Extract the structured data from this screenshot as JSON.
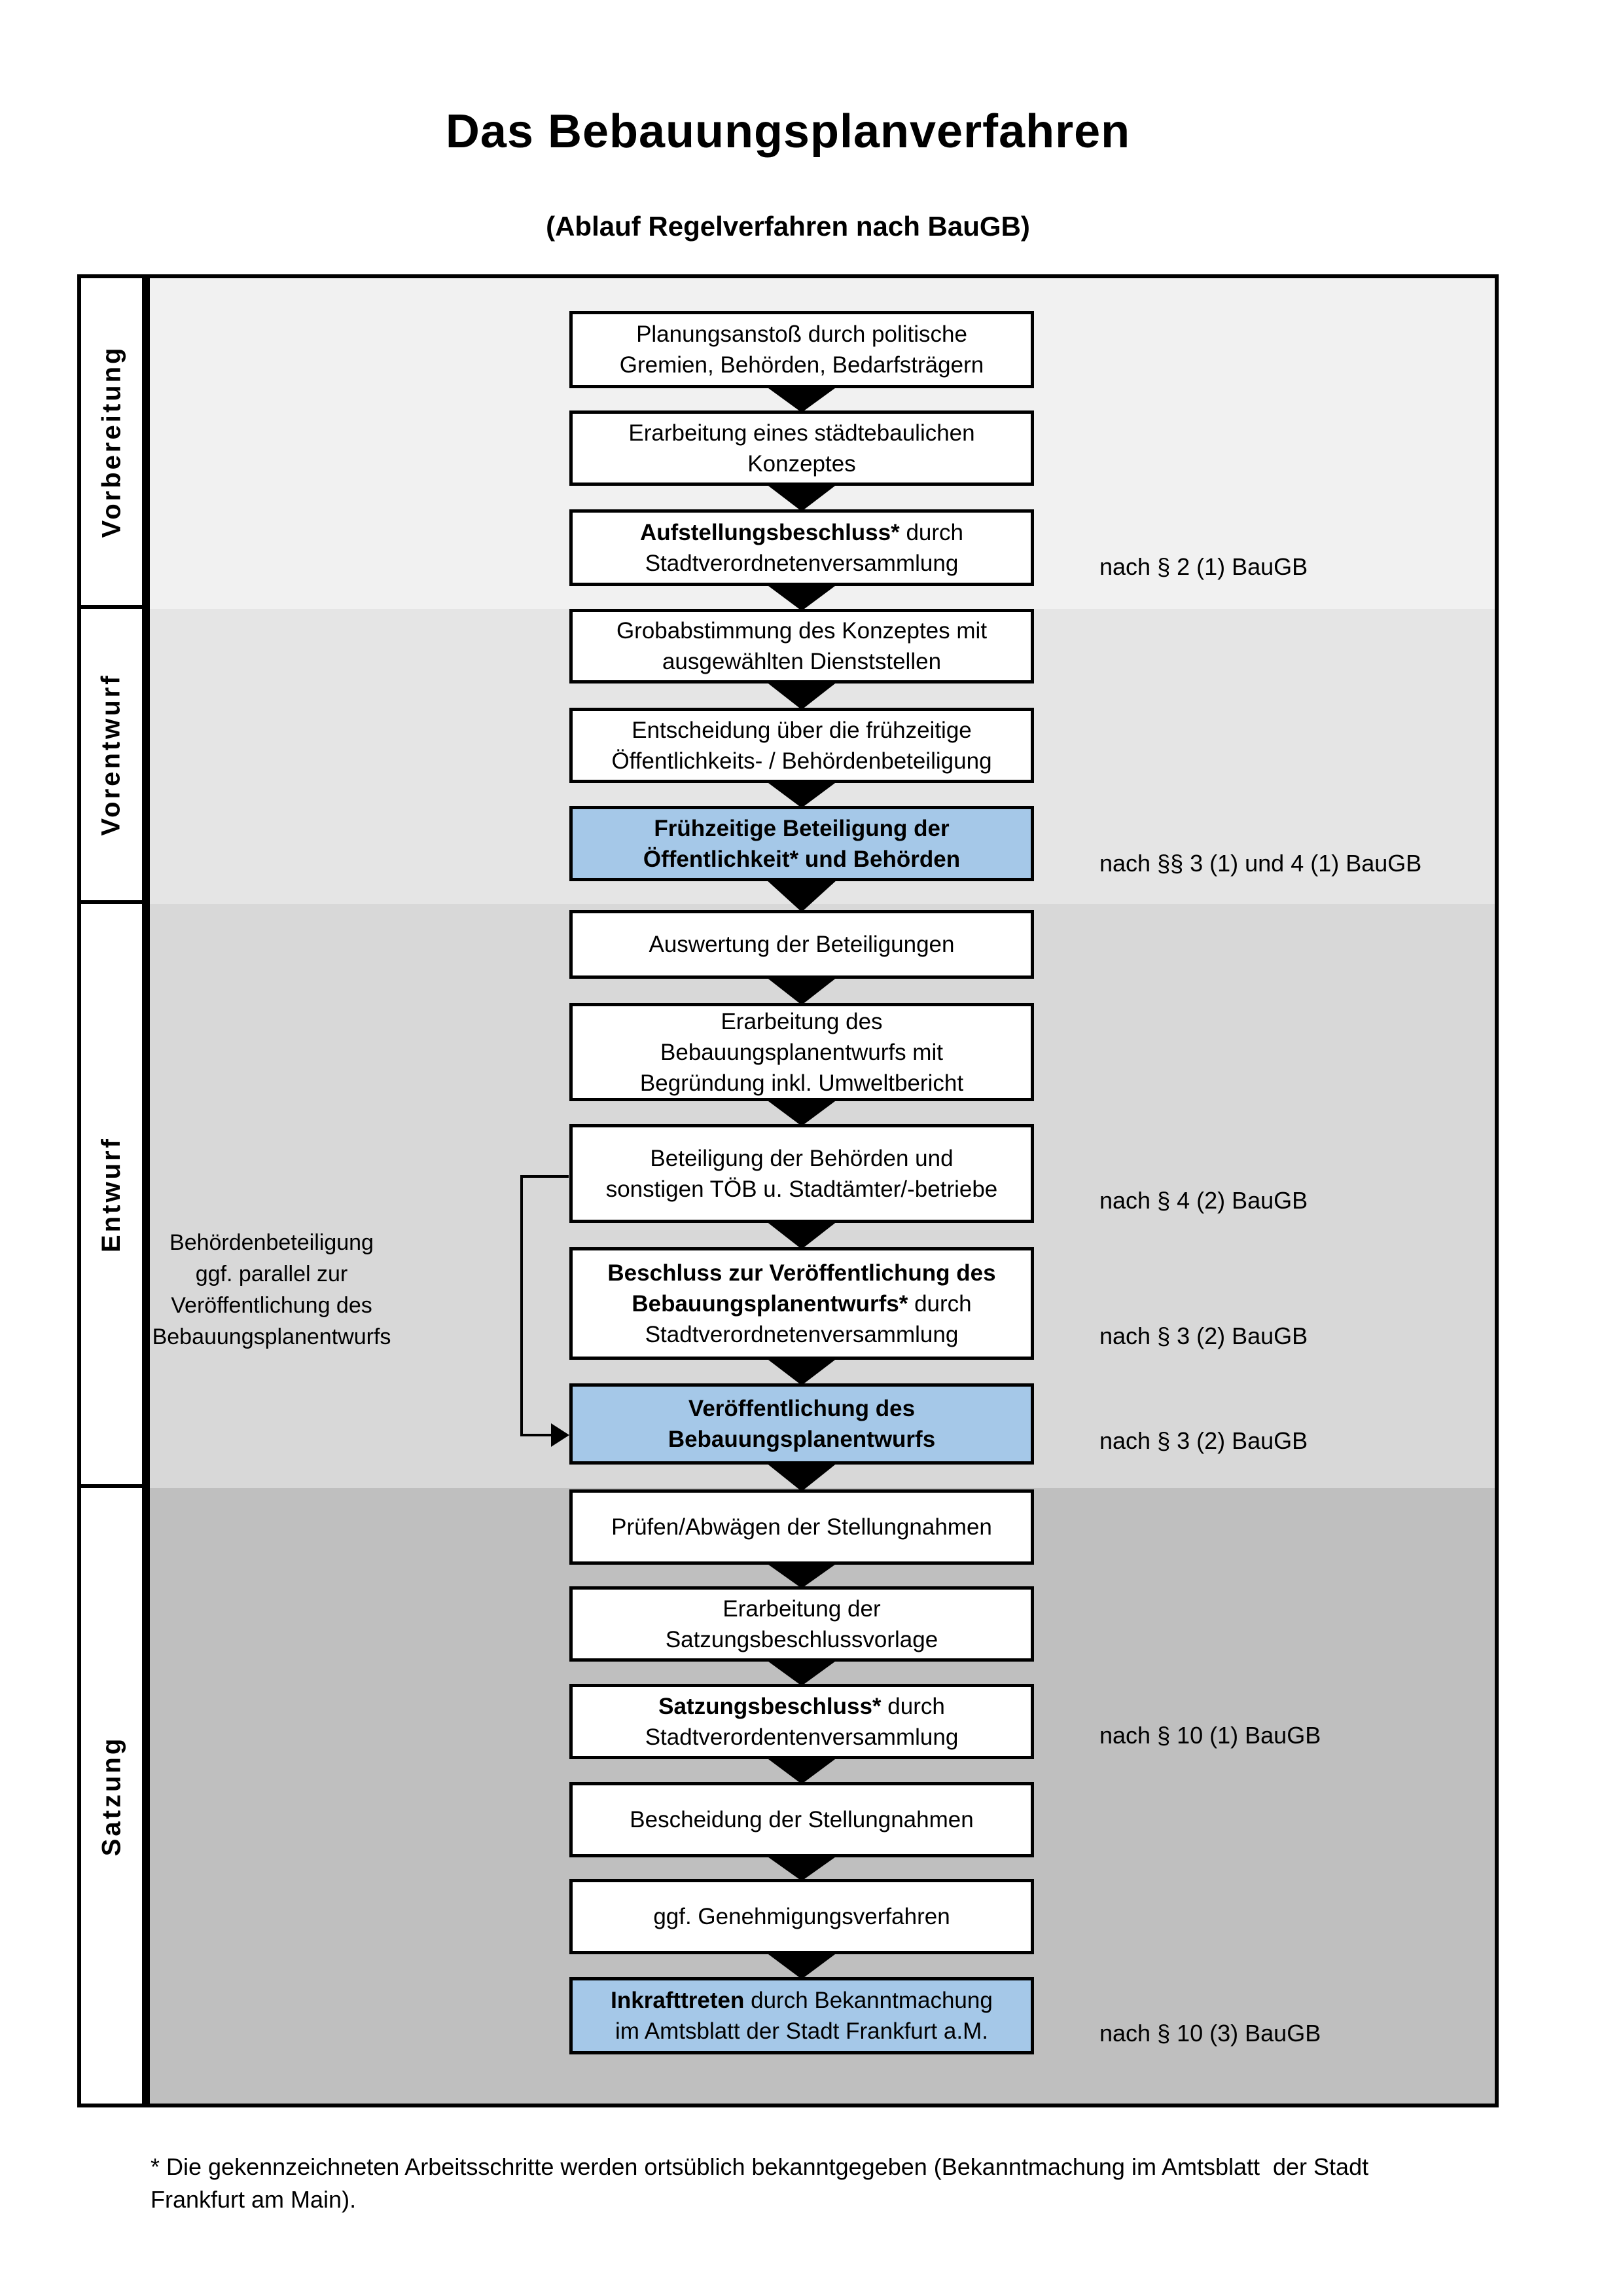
{
  "page": {
    "title": "Das Bebauungsplanverfahren",
    "subtitle": "(Ablauf Regelverfahren nach BauGB)",
    "footnote_line1": "* Die gekennzeichneten Arbeitsschritte werden ortsüblich bekanntgegeben (Bekanntmachung im Amtsblatt  der Stadt",
    "footnote_line2": "Frankfurt am Main)."
  },
  "phases": [
    {
      "label": "Vorbereitung"
    },
    {
      "label": "Vorentwurf"
    },
    {
      "label": "Entwurf"
    },
    {
      "label": "Satzung"
    }
  ],
  "side_note": {
    "lines": [
      "Behördenbeteiligung",
      "ggf. parallel zur",
      "Veröffentlichung des",
      "Bebauungsplanentwurfs"
    ]
  },
  "legal_refs": [
    "nach § 2 (1) BauGB",
    "nach §§ 3 (1) und 4 (1) BauGB",
    "nach § 4 (2) BauGB",
    "nach § 3 (2) BauGB",
    "nach § 3 (2) BauGB",
    "nach § 10 (1) BauGB",
    "nach § 10 (3) BauGB"
  ],
  "flow": {
    "boxes": [
      {
        "lines": [
          {
            "t": "Planungsanstoß durch politische"
          },
          {
            "t": "Gremien, Behörden, Bedarfsträgern"
          }
        ]
      },
      {
        "lines": [
          {
            "t": "Erarbeitung eines städtebaulichen"
          },
          {
            "t": "Konzeptes"
          }
        ]
      },
      {
        "lines": [
          {
            "b": "Aufstellungsbeschluss*",
            "t": " durch"
          },
          {
            "t": "Stadtverordnetenversammlung"
          }
        ]
      },
      {
        "lines": [
          {
            "t": "Grobabstimmung des Konzeptes mit"
          },
          {
            "t": "ausgewählten Dienststellen"
          }
        ]
      },
      {
        "lines": [
          {
            "t": "Entscheidung über die frühzeitige"
          },
          {
            "t": "Öffentlichkeits- / Behördenbeteiligung"
          }
        ]
      },
      {
        "highlight": true,
        "lines": [
          {
            "b": "Frühzeitige Beteiligung der"
          },
          {
            "b": "Öffentlichkeit* und Behörden"
          }
        ]
      },
      {
        "lines": [
          {
            "t": "Auswertung der Beteiligungen"
          }
        ]
      },
      {
        "lines": [
          {
            "t": "Erarbeitung des"
          },
          {
            "t": "Bebauungsplanentwurfs mit"
          },
          {
            "t": "Begründung inkl. Umweltbericht"
          }
        ]
      },
      {
        "lines": [
          {
            "t": "Beteiligung der Behörden und"
          },
          {
            "t": "sonstigen TÖB u. Stadtämter/-betriebe"
          }
        ]
      },
      {
        "lines": [
          {
            "b": "Beschluss zur Veröffentlichung des"
          },
          {
            "b": "Bebauungsplanentwurfs*",
            "t": " durch"
          },
          {
            "t": "Stadtverordnetenversammlung"
          }
        ]
      },
      {
        "highlight": true,
        "lines": [
          {
            "b": "Veröffentlichung des"
          },
          {
            "b": "Bebauungsplanentwurfs"
          }
        ]
      },
      {
        "lines": [
          {
            "t": "Prüfen/Abwägen der Stellungnahmen"
          }
        ]
      },
      {
        "lines": [
          {
            "t": "Erarbeitung der"
          },
          {
            "t": "Satzungsbeschlussvorlage"
          }
        ]
      },
      {
        "lines": [
          {
            "b": "Satzungsbeschluss*",
            "t": " durch"
          },
          {
            "t": "Stadtverordentenversammlung"
          }
        ]
      },
      {
        "lines": [
          {
            "t": "Bescheidung der Stellungnahmen"
          }
        ]
      },
      {
        "lines": [
          {
            "t": "ggf. Genehmigungsverfahren"
          }
        ]
      },
      {
        "highlight": true,
        "lines": [
          {
            "b": "Inkrafttreten",
            "t": " durch Bekanntmachung"
          },
          {
            "t": "im Amtsblatt der Stadt Frankfurt a.M."
          }
        ]
      }
    ]
  },
  "colors": {
    "highlight_box": "#a5c8e8",
    "box_border": "#000000",
    "phase_bg_1": "#f1f1f1",
    "phase_bg_2": "#e5e5e5",
    "phase_bg_3": "#d8d8d8",
    "phase_bg_4": "#bfbfbf"
  }
}
